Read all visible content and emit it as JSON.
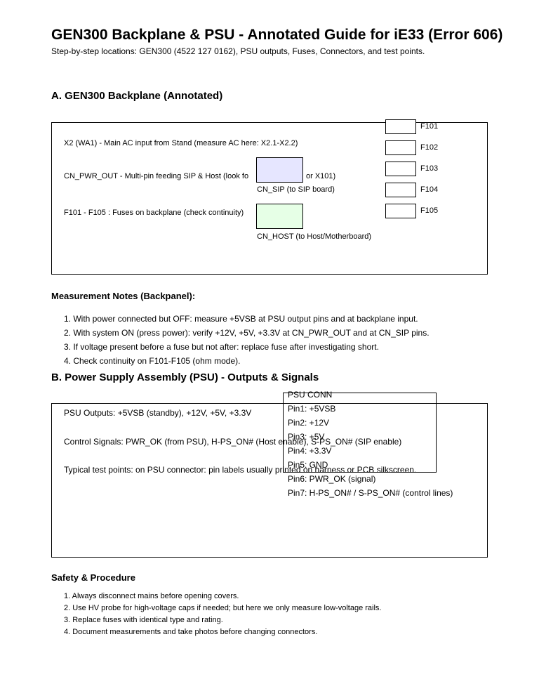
{
  "header": {
    "title": "GEN300 Backplane & PSU - Annotated Guide for iE33 (Error 606)",
    "subtitle": "Step-by-step locations: GEN300 (4522 127 0162), PSU outputs, Fuses, Connectors, and test points."
  },
  "section_a": {
    "heading": "A. GEN300 Backplane (Annotated)",
    "lines": {
      "x2": "X2 (WA1) - Main AC input from Stand (measure AC here: X2.1-X2.2)",
      "cn_pwr_out_a": "CN_PWR_OUT - Multi-pin feeding SIP & Host (look fo",
      "cn_pwr_out_b": "or X101)",
      "fuses": "F101 - F105 : Fuses on backplane (check continuity)"
    },
    "connectors": {
      "sip_label": "CN_SIP (to SIP board)",
      "sip_color": "#e6e6ff",
      "host_label": "CN_HOST (to Host/Motherboard)",
      "host_color": "#e6ffe6"
    },
    "fuses": [
      "F101",
      "F102",
      "F103",
      "F104",
      "F105"
    ]
  },
  "measurement_notes": {
    "heading": "Measurement Notes (Backpanel):",
    "items": [
      "1. With power connected but OFF: measure +5VSB at PSU output pins and at backplane input.",
      "2. With system ON (press power): verify +12V, +5V, +3.3V at CN_PWR_OUT and at CN_SIP pins.",
      "3. If voltage present before a fuse but not after: replace fuse after investigating short.",
      "4. Check continuity on F101-F105 (ohm mode)."
    ]
  },
  "section_b": {
    "heading": "B. Power Supply Assembly (PSU) - Outputs & Signals",
    "lines": {
      "outputs": "PSU Outputs: +5VSB (standby), +12V, +5V, +3.3V",
      "control": "Control Signals: PWR_OK (from PSU), H-PS_ON# (Host enable), S-PS_ON# (SIP enable)",
      "test_points": "Typical test points: on PSU connector: pin labels usually printed on harness or PCB silkscreen."
    },
    "psu_conn": {
      "title": "PSU CONN",
      "pins": [
        "Pin1: +5VSB",
        "Pin2: +12V",
        "Pin3: +5V",
        "Pin4: +3.3V",
        "Pin5: GND",
        "Pin6: PWR_OK (signal)",
        "Pin7: H-PS_ON# / S-PS_ON# (control lines)"
      ]
    }
  },
  "safety": {
    "heading": "Safety & Procedure",
    "items": [
      "1. Always disconnect mains before opening covers.",
      "2. Use HV probe for high-voltage caps if needed; but here we only measure low-voltage rails.",
      "3. Replace fuses with identical type and rating.",
      "4. Document measurements and take photos before changing connectors."
    ]
  }
}
